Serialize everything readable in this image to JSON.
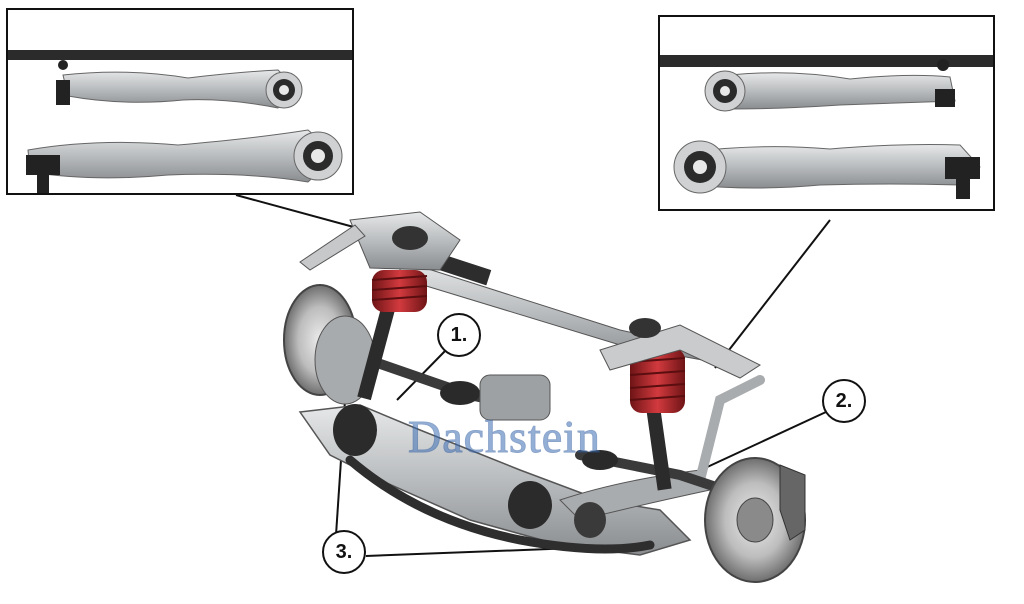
{
  "image": {
    "subject": "front suspension control arms",
    "watermark": "Dachstein",
    "callouts": [
      {
        "id": "1",
        "label": "1."
      },
      {
        "id": "2",
        "label": "2."
      },
      {
        "id": "3",
        "label": "3."
      }
    ],
    "colors": {
      "spring": "#b0282c",
      "metal": "#bfc2c3",
      "dark_metal": "#3a3a3a",
      "watermark": "#3d6fb6",
      "frame": "#111111"
    }
  }
}
